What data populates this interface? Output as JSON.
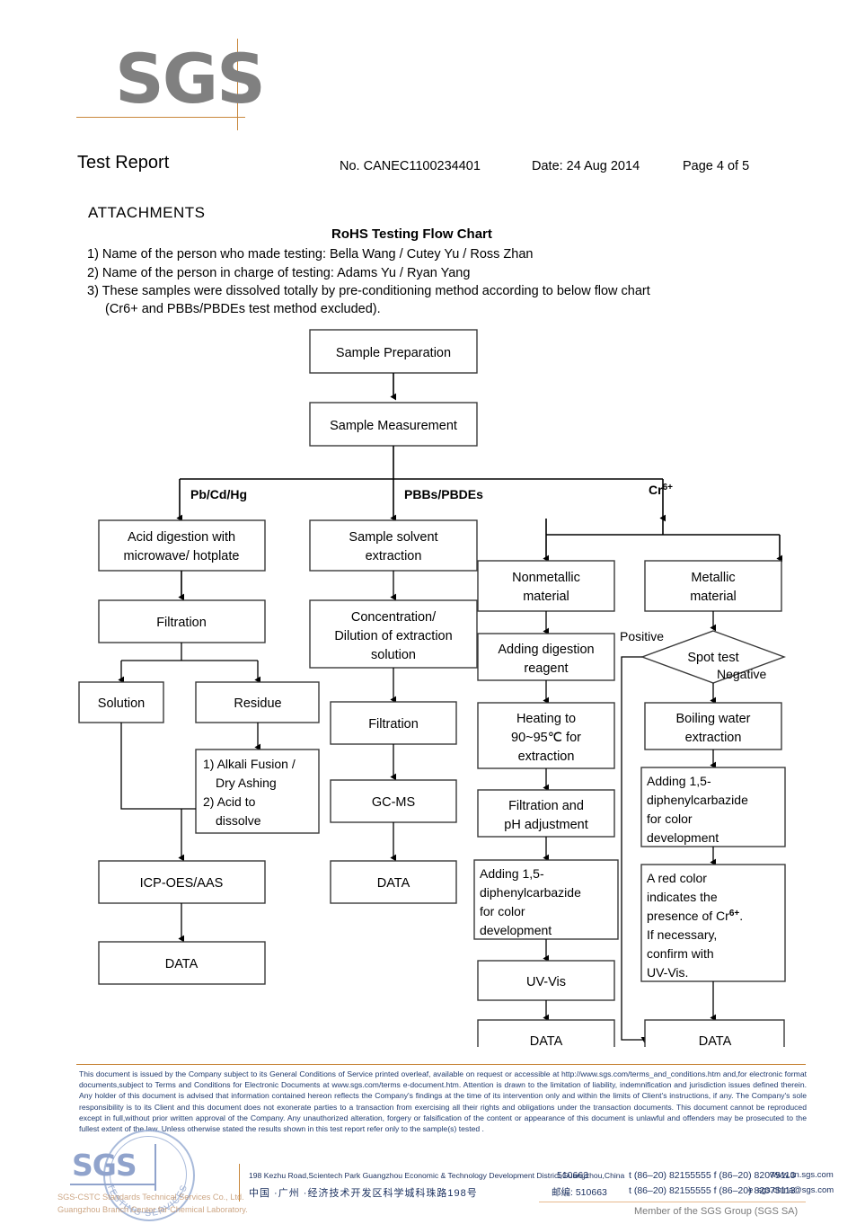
{
  "header": {
    "logo_text": "SGS",
    "title": "Test Report",
    "report_no": "No. CANEC1100234401",
    "date": "Date: 24  Aug  2014",
    "page": "Page 4 of 5"
  },
  "attachments": {
    "heading": "ATTACHMENTS",
    "flow_title": "RoHS Testing Flow Chart",
    "notes": [
      "1) Name of the person who made testing: Bella Wang / Cutey Yu / Ross Zhan",
      "2) Name of the person in charge of testing: Adams Yu / Ryan Yang",
      "3) These samples were dissolved totally by pre-conditioning method according to below flow chart",
      "(Cr6+ and PBBs/PBDEs test method excluded)."
    ]
  },
  "chart_data": {
    "type": "diagram",
    "title": "RoHS Testing Flow Chart",
    "branch_labels": {
      "left": "Pb/Cd/Hg",
      "middle": "PBBs/PBDEs",
      "right": "Cr",
      "right_sup": "6+"
    },
    "edge_labels": {
      "positive": "Positive",
      "negative": "Negative"
    },
    "nodes": {
      "sample_preparation": "Sample Preparation",
      "sample_measurement": "Sample Measurement",
      "acid_digestion_1": "Acid digestion with",
      "acid_digestion_2": "microwave/ hotplate",
      "filtration_left": "Filtration",
      "solution": "Solution",
      "residue": "Residue",
      "alkali_1": "1) Alkali Fusion /",
      "alkali_2": "Dry Ashing",
      "alkali_3": "2) Acid to",
      "alkali_4": "dissolve",
      "icp_oes_aas": "ICP-OES/AAS",
      "data_left": "DATA",
      "sample_solvent_1": "Sample solvent",
      "sample_solvent_2": "extraction",
      "concentration_1": "Concentration/",
      "concentration_2": "Dilution of extraction",
      "concentration_3": "solution",
      "filtration_mid": "Filtration",
      "gc_ms": "GC-MS",
      "data_mid": "DATA",
      "nonmetallic_1": "Nonmetallic",
      "nonmetallic_2": "material",
      "adding_digestion_1": "Adding digestion",
      "adding_digestion_2": "reagent",
      "heating_1": "Heating to",
      "heating_2": "90~95℃  for",
      "heating_3": "extraction",
      "filtration_ph_1": "Filtration and",
      "filtration_ph_2": "pH adjustment",
      "dpc_nm_1": "Adding 1,5-",
      "dpc_nm_2": "diphenylcarbazide",
      "dpc_nm_3": "for color",
      "dpc_nm_4": "development",
      "uv_vis": "UV-Vis",
      "data_nm": "DATA",
      "metallic_1": "Metallic",
      "metallic_2": "material",
      "spot_test": "Spot test",
      "boiling_1": "Boiling water",
      "boiling_2": "extraction",
      "dpc_m_1": "Adding 1,5-",
      "dpc_m_2": "diphenylcarbazide",
      "dpc_m_3": "for color",
      "dpc_m_4": "development",
      "redcolor_1": "A red color",
      "redcolor_2": "indicates the",
      "redcolor_3a": "presence of Cr",
      "redcolor_3b": "6+",
      "redcolor_3c": ".",
      "redcolor_4": "If necessary,",
      "redcolor_5": "confirm with",
      "redcolor_6": "UV-Vis.",
      "data_metal": "DATA"
    }
  },
  "footer": {
    "disclaimer": "This document is issued by the Company subject to its General Conditions of Service printed overleaf, available on request or accessible at http://www.sgs.com/terms_and_conditions.htm and,for electronic format documents,subject to Terms and Conditions for Electronic Documents at www.sgs.com/terms e-document.htm. Attention is drawn to the limitation of liability, indemnification and jurisdiction issues defined therein. Any holder of this document is advised that information contained hereon reflects the Company's findings at the time of its intervention only and within the limits of Client's instructions, if any. The Company's sole responsibility is to its Client and this document does not exonerate parties to a transaction from exercising all their rights and obligations under the transaction documents. This document cannot be reproduced except in full,without prior written approval of the Company. Any unauthorized alteration, forgery or falsification of the content or appearance of this document is unlawful and offenders may be prosecuted to the fullest extent of the law. Unless otherwise stated the results shown in this test report refer only to the sample(s) tested .",
    "watermark_logo": "SGS",
    "watermark_line1": "SGS-CSTC Standards Technical Services Co., Ltd.",
    "watermark_line2": "Guangzhou Branch Center for Chemical Laboratory.",
    "watermark_ring_text": "TESTING SERVICES",
    "address_en": "198 Kezhu Road,Scientech Park Guangzhou Economic & Technology Development District,Guangzhou,China",
    "address_cn": "中国 ·广州 ·经济技术开发区科学城科珠路198号",
    "zip_en": "510663",
    "zip_cn": "邮编: 510663",
    "tel_line1": "t (86–20) 82155555   f (86–20) 82075113",
    "tel_line2": "t (86–20) 82155555   f (86–20) 82075113",
    "web": "www.cn.sgs.com",
    "email_prefix": "e",
    "email": "sgs.china@sgs.com",
    "member": "Member of the SGS Group (SGS SA)"
  }
}
